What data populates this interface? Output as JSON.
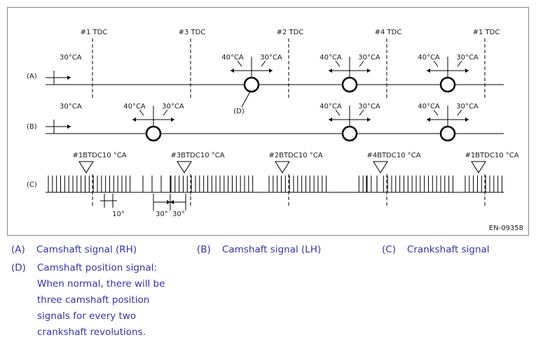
{
  "diagram": {
    "tdc_labels": [
      "#1 TDC",
      "#3 TDC",
      "#2 TDC",
      "#4 TDC",
      "#1 TDC"
    ],
    "btdc_labels": [
      "#1BTDC10 °CA",
      "#3BTDC10 °CA",
      "#2BTDC10 °CA",
      "#4BTDC10 °CA",
      "#1BTDC10 °CA"
    ],
    "row_labels": {
      "a": "(A)",
      "b": "(B)",
      "c": "(C)"
    },
    "angle_30": "30°CA",
    "angle_40": "40°CA",
    "marker_d": "(D)",
    "dim_10": "10°",
    "dim_30": "30°",
    "figure_code": "EN-09358"
  },
  "legend": {
    "a_key": "(A)",
    "a_text": "Camshaft signal (RH)",
    "b_key": "(B)",
    "b_text": "Camshaft signal (LH)",
    "c_key": "(C)",
    "c_text": "Crankshaft signal",
    "d_key": "(D)",
    "d_text": "Camshaft position signal: When normal, there will be three camshaft position signals for every two crankshaft revolutions."
  },
  "colors": {
    "legend_text": "#3333aa",
    "line": "#000000",
    "frame": "#888888"
  }
}
